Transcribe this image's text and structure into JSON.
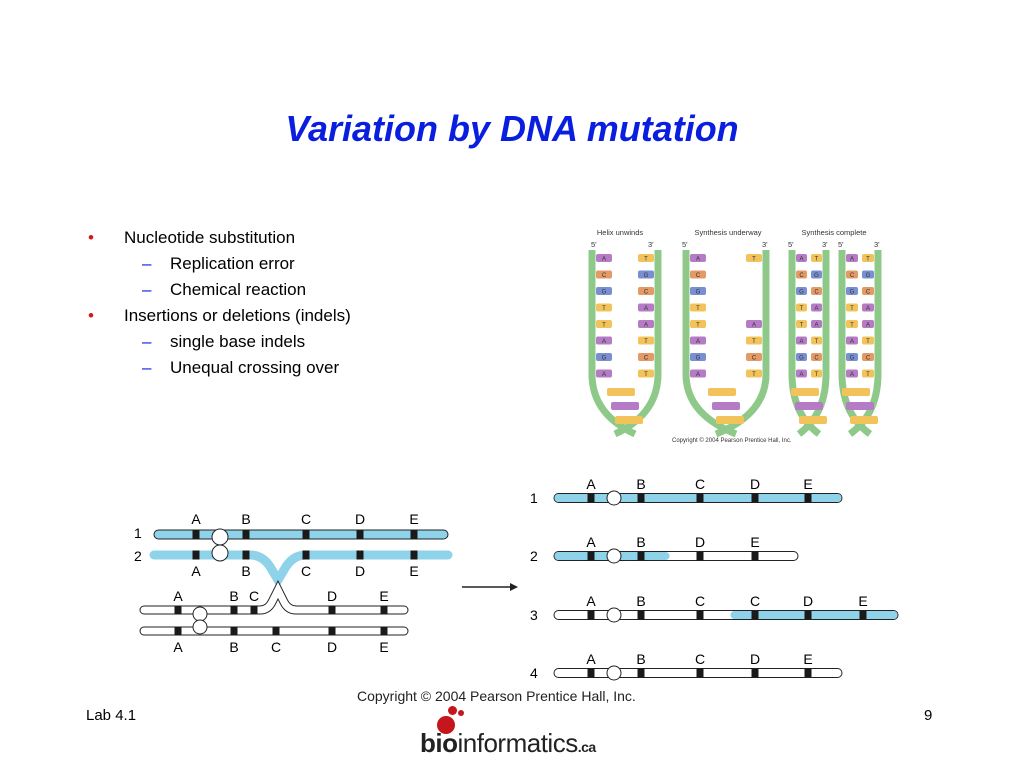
{
  "slide": {
    "title": "Variation by DNA mutation",
    "bullets": [
      {
        "text": "Nucleotide substitution",
        "sub": [
          "Replication error",
          "Chemical reaction"
        ]
      },
      {
        "text": "Insertions or deletions (indels)",
        "sub": [
          "single base indels",
          "Unequal crossing over"
        ]
      }
    ],
    "bullet_glyph": "•",
    "sub_glyph": "–",
    "footer_left": "Lab 4.1",
    "page_number": "9"
  },
  "replication_figure": {
    "panels": [
      "Helix unwinds",
      "Synthesis underway",
      "Synthesis complete"
    ],
    "strand_end_5": "5'",
    "strand_end_3": "3'",
    "left_bases": [
      "A",
      "C",
      "G",
      "T",
      "T",
      "A",
      "G",
      "A"
    ],
    "right_bases": [
      "T",
      "G",
      "C",
      "A",
      "A",
      "T",
      "C",
      "T"
    ],
    "copyright": "Copyright © 2004 Pearson Prentice Hall, Inc.",
    "colors": {
      "backbone": "#8fc98a",
      "A": "#b57bc4",
      "T": "#f2c35a",
      "G": "#7a8fd2",
      "C": "#e39a66"
    }
  },
  "crossover_figure": {
    "row_numbers": [
      "1",
      "2",
      "3",
      "4"
    ],
    "before_top_labels": [
      "A",
      "B",
      "C",
      "D",
      "E"
    ],
    "before_bottom_labels": [
      "A",
      "B",
      "C",
      "D",
      "E"
    ],
    "after_rows": [
      {
        "num": "1",
        "labels": [
          "A",
          "B",
          "C",
          "D",
          "E"
        ]
      },
      {
        "num": "2",
        "labels": [
          "A",
          "B",
          "D",
          "E"
        ]
      },
      {
        "num": "3",
        "labels": [
          "A",
          "B",
          "C",
          "C",
          "D",
          "E"
        ]
      },
      {
        "num": "4",
        "labels": [
          "A",
          "B",
          "C",
          "D",
          "E"
        ]
      }
    ],
    "copyright": "Copyright © 2004 Pearson Prentice Hall, Inc.",
    "colors": {
      "chromatid_blue": "#8fd3ea",
      "marker": "#1a1a1a"
    }
  },
  "logo": {
    "bold": "bio",
    "rest": "informatics",
    "suffix": ".ca"
  }
}
